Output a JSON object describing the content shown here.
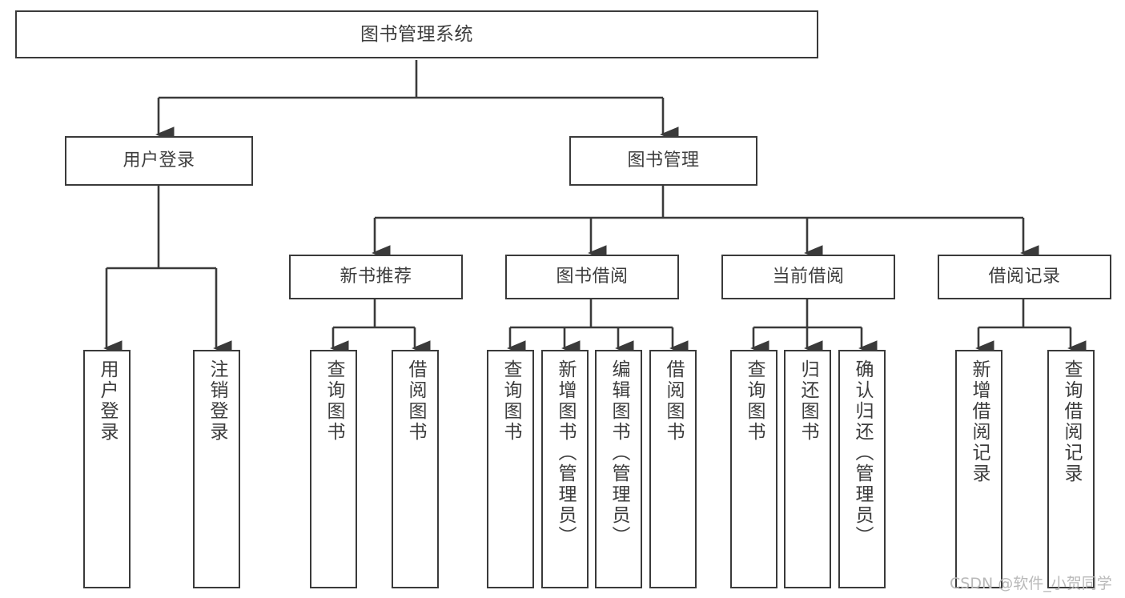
{
  "diagram": {
    "title": "图书管理系统",
    "watermark": "CSDN @软件_小贺同学",
    "colors": {
      "box_border": "#3a3a3a",
      "box_fill": "#ffffff",
      "edge": "#3a3a3a",
      "text": "#3d3d3d",
      "watermark": "#b9b9b9",
      "background": "#ffffff"
    },
    "root": {
      "label": "图书管理系统"
    },
    "level2": [
      {
        "label": "用户登录"
      },
      {
        "label": "图书管理"
      }
    ],
    "level3": [
      {
        "label": "新书推荐"
      },
      {
        "label": "图书借阅"
      },
      {
        "label": "当前借阅"
      },
      {
        "label": "借阅记录"
      }
    ],
    "leaves": {
      "user_login": [
        {
          "label": "用户登录"
        },
        {
          "label": "注销登录"
        }
      ],
      "new_book": [
        {
          "label": "查询图书"
        },
        {
          "label": "借阅图书"
        }
      ],
      "book_borrow": [
        {
          "label": "查询图书"
        },
        {
          "label": "新增图书（管理员）"
        },
        {
          "label": "编辑图书（管理员）"
        },
        {
          "label": "借阅图书"
        }
      ],
      "current_borrow": [
        {
          "label": "查询图书"
        },
        {
          "label": "归还图书"
        },
        {
          "label": "确认归还（管理员）"
        }
      ],
      "borrow_record": [
        {
          "label": "新增借阅记录"
        },
        {
          "label": "查询借阅记录"
        }
      ]
    }
  }
}
